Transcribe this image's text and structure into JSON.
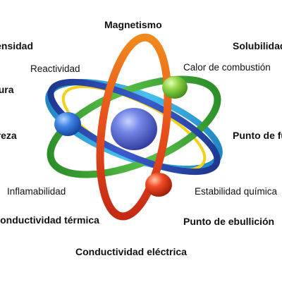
{
  "labels": {
    "magnetismo": "Magnetismo",
    "densidad": "Densidad",
    "solubilidad": "Solubilidad",
    "reactividad": "Reactividad",
    "calor_combustion": "Calor de combustión",
    "left_mid_upper": "Textura",
    "left_mid_lower": "Dureza",
    "punto_fusion": "Punto de fusión",
    "inflamabilidad": "Inflamabilidad",
    "estabilidad_quimica": "Estabilidad química",
    "conductividad_termica": "Conductividad térmica",
    "punto_ebullicion": "Punto de ebullición",
    "conductividad_electrica": "Conductividad eléctrica"
  },
  "colors": {
    "orbit_orange": "#e8501c",
    "orbit_green": "#3fa83a",
    "orbit_blue": "#2c49b5",
    "orbit_yellow": "#f2d11c",
    "orbit_cyan": "#2fa8d8",
    "nucleus": "#5a6fd8",
    "electron_green": "#7ec83c",
    "electron_blue": "#2b6fd6",
    "electron_red": "#e8321c"
  }
}
